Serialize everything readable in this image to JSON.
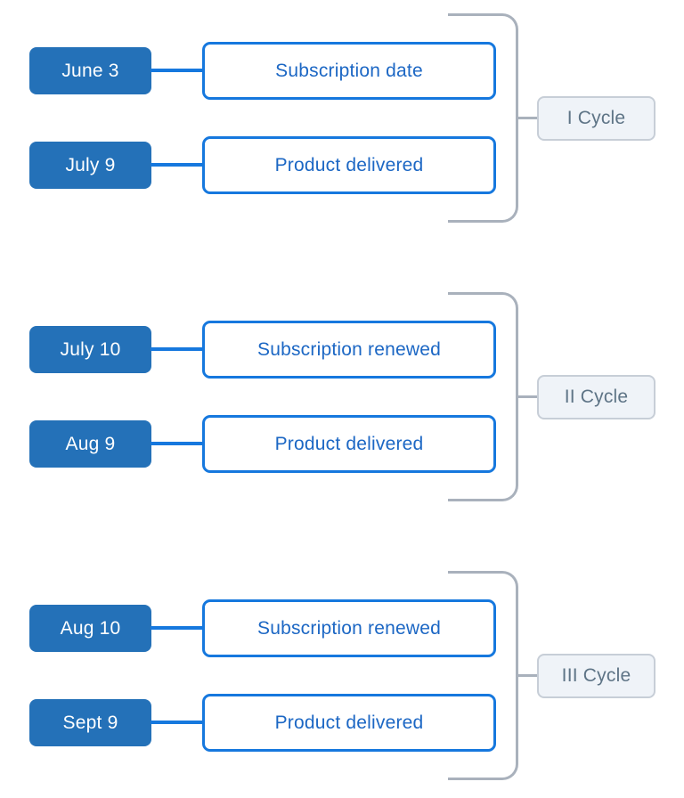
{
  "diagram": {
    "type": "subscription-billing-cycles-timeline"
  },
  "colors": {
    "background": "#ffffff",
    "date_badge_bg": "#2471B8",
    "date_badge_text": "#ffffff",
    "event_box_border": "#1678DE",
    "event_box_bg": "#ffffff",
    "event_box_text": "#1C67C4",
    "connector_line": "#1678DE",
    "bracket_line": "#A9B1BC",
    "cycle_label_bg": "#EFF3F8",
    "cycle_label_border": "#C7CED7",
    "cycle_label_text": "#5E7486"
  },
  "cycles": [
    {
      "label": "I Cycle",
      "events": [
        {
          "date": "June 3",
          "label": "Subscription date"
        },
        {
          "date": "July 9",
          "label": "Product delivered"
        }
      ]
    },
    {
      "label": "II Cycle",
      "events": [
        {
          "date": "July 10",
          "label": "Subscription renewed"
        },
        {
          "date": "Aug 9",
          "label": "Product delivered"
        }
      ]
    },
    {
      "label": "III Cycle",
      "events": [
        {
          "date": "Aug 10",
          "label": "Subscription renewed"
        },
        {
          "date": "Sept 9",
          "label": "Product delivered"
        }
      ]
    }
  ]
}
